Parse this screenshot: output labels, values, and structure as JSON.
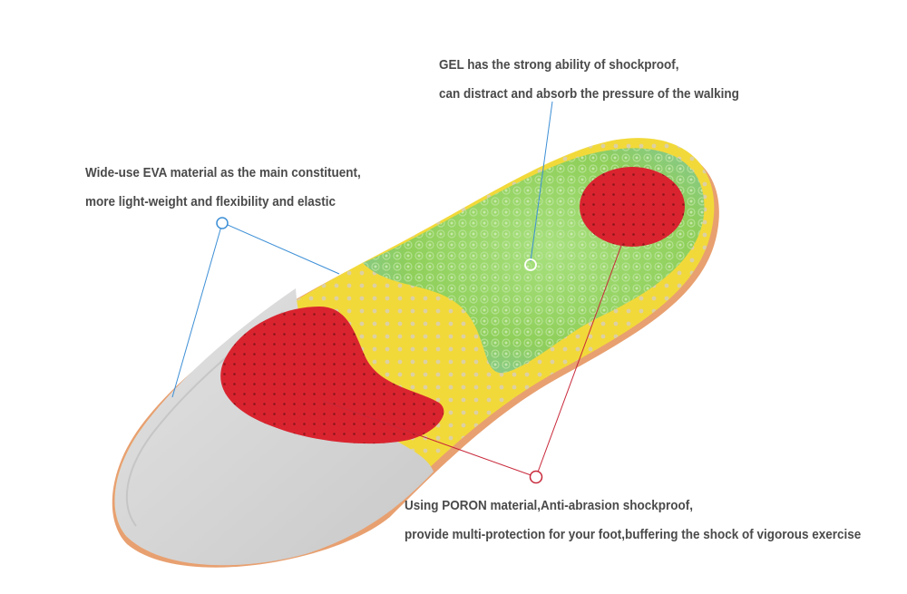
{
  "product": "insole",
  "callouts": {
    "gel": {
      "line1": "GEL has the strong ability of shockproof,",
      "line2": "can distract and absorb the pressure of the walking",
      "color": "#3d8fd6"
    },
    "eva": {
      "line1": "Wide-use EVA material as the main constituent,",
      "line2": "more light-weight and flexibility and elastic",
      "color": "#3d8fd6"
    },
    "poron": {
      "line1": "Using PORON material,Anti-abrasion shockproof,",
      "line2": "provide multi-protection for your foot,buffering the shock of vigorous exercise",
      "color": "#c8283a"
    }
  },
  "colors": {
    "text": "#4a4a4a",
    "eva_grey": "#d4d4d4",
    "shell_yellow": "#f2d93a",
    "gel_green": "#8fcf5a",
    "poron_red": "#d9242f",
    "edge_orange": "#e8a070"
  }
}
